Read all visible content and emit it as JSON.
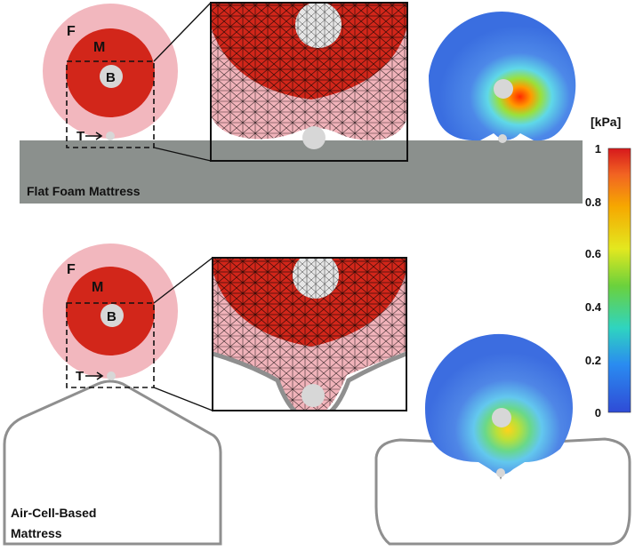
{
  "panels": {
    "top": {
      "caption": "Flat Foam Mattress",
      "labels": {
        "fat": "F",
        "muscle": "M",
        "bone": "B",
        "tissue": "T"
      }
    },
    "bottom": {
      "caption_line1": "Air-Cell-Based",
      "caption_line2": "Mattress",
      "labels": {
        "fat": "F",
        "muscle": "M",
        "bone": "B",
        "tissue": "T"
      }
    }
  },
  "colorbar": {
    "unit": "[kPa]",
    "ticks": [
      "1",
      "0.8",
      "0.6",
      "0.4",
      "0.2",
      "0"
    ],
    "colors": [
      "#d7191c",
      "#f26522",
      "#f6a800",
      "#e3e81f",
      "#6bd13c",
      "#2fd4c0",
      "#2a8bf0",
      "#2f4bd6"
    ]
  },
  "palette": {
    "fat": "#f2b7be",
    "muscle": "#d2261a",
    "bone": "#d7d7d7",
    "foam": "#8b908d",
    "air_cell_outline": "#8f8f8f",
    "pressure_background": "#3f6fe0"
  }
}
